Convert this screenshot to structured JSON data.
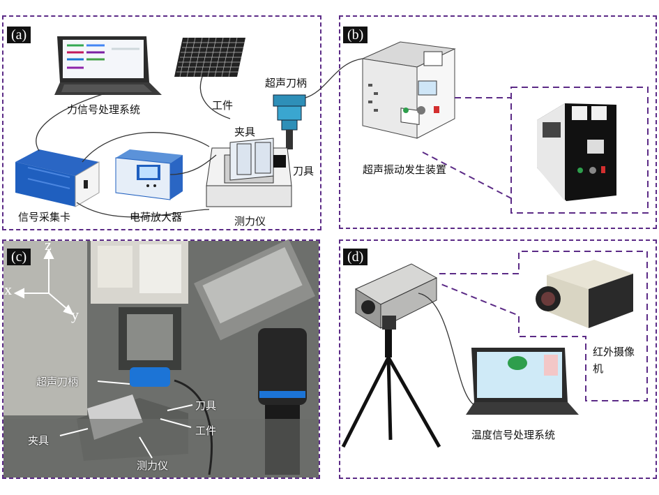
{
  "panels": {
    "a": {
      "tag": "(a)",
      "labels": {
        "force_system": "力信号处理系统",
        "workpiece": "工件",
        "ultrasonic_holder": "超声刀柄",
        "fixture": "夹具",
        "tool": "刀具",
        "daq_card": "信号采集卡",
        "charge_amp": "电荷放大器",
        "dynamometer": "测力仪"
      }
    },
    "b": {
      "tag": "(b)",
      "labels": {
        "generator": "超声振动发生装置"
      }
    },
    "c": {
      "tag": "(c)",
      "axes": {
        "z": "z",
        "x": "x",
        "y": "y"
      },
      "labels": {
        "ultrasonic_holder": "超声刀柄",
        "tool": "刀具",
        "workpiece": "工件",
        "fixture": "夹具",
        "dynamometer": "测力仪"
      }
    },
    "d": {
      "tag": "(d)",
      "labels": {
        "ir_camera": "红外摄像机",
        "temp_system": "温度信号处理系统"
      }
    }
  },
  "colors": {
    "border": "#5b2a86",
    "device_blue": "#1f5fbf",
    "panel_bg": "#ffffff"
  }
}
